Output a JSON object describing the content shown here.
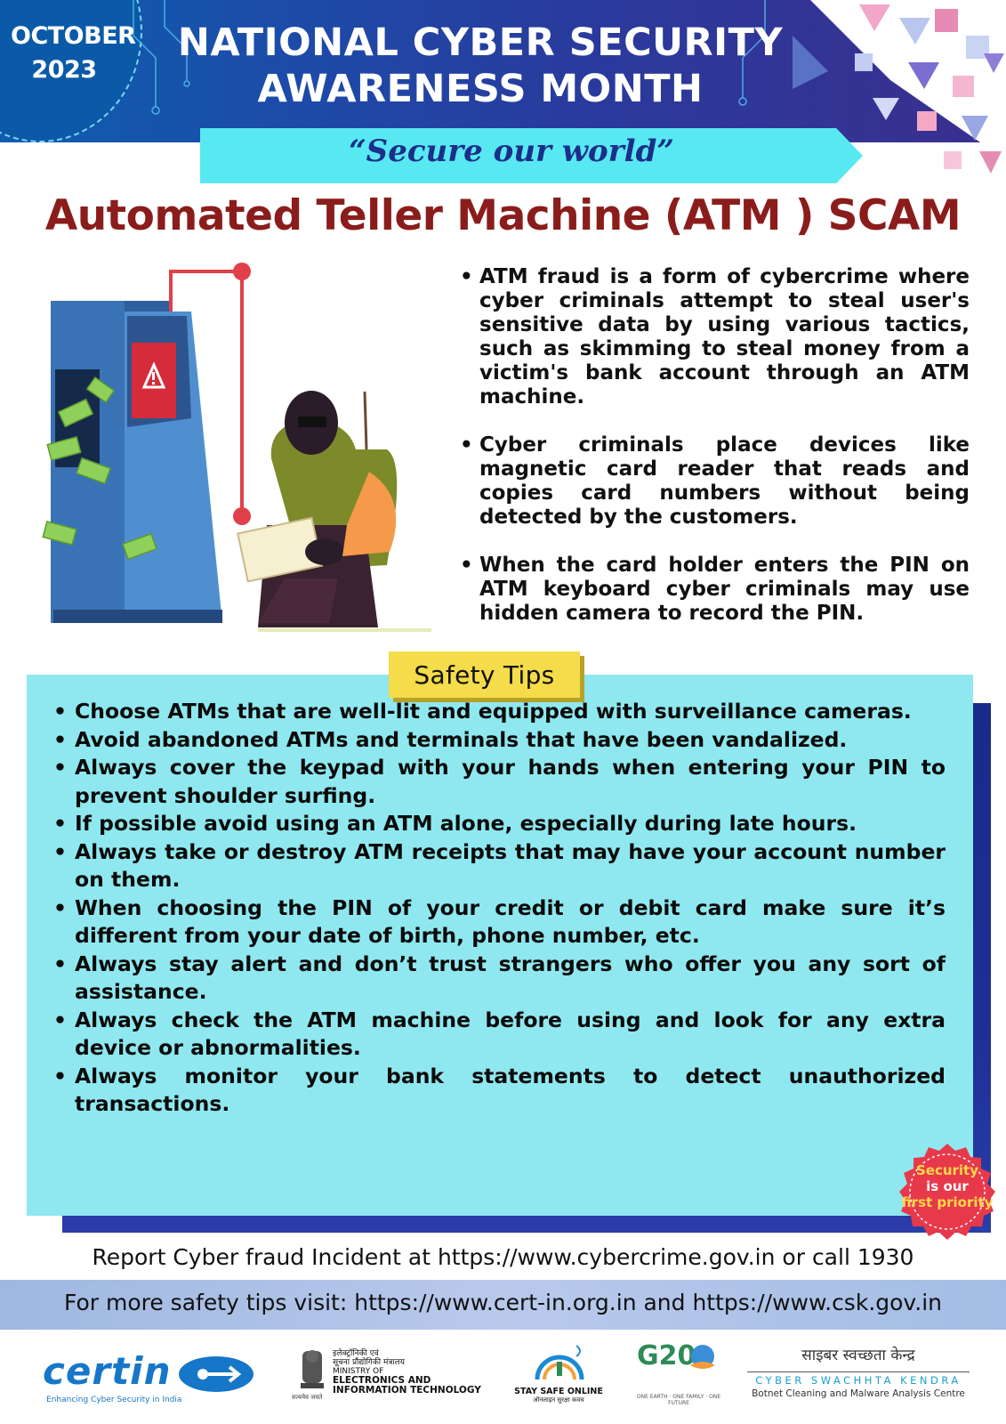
{
  "header": {
    "date_month": "OCTOBER",
    "date_year": "2023",
    "title_line1": "NATIONAL CYBER SECURITY",
    "title_line2": "AWARENESS MONTH"
  },
  "slogan": "“Secure our world”",
  "heading": "Automated Teller Machine (ATM ) SCAM",
  "intro_points": [
    "ATM fraud is a form of cybercrime where cyber criminals attempt to steal user's sensitive data by using various tactics, such as skimming to steal money from a victim's bank account through an ATM machine.",
    "Cyber criminals place devices like magnetic card reader that reads and copies card numbers without being detected by the customers.",
    " When the card holder enters the PIN on ATM keyboard cyber criminals may use hidden camera to record the PIN."
  ],
  "safety": {
    "title": "Safety Tips",
    "tips": [
      "Choose ATMs that are well-lit and equipped with surveillance cameras.",
      "Avoid abandoned ATMs and terminals that have been vandalized.",
      "Always cover the keypad with your hands when entering your PIN to prevent shoulder surfing.",
      "If possible avoid using an ATM alone, especially during late hours.",
      "Always take or destroy ATM receipts that may have your account number on them.",
      "When choosing the PIN of your credit or debit card make sure it’s different from your date of birth, phone number, etc.",
      "Always stay alert and don’t trust strangers who offer you any sort of assistance.",
      "Always check the ATM machine before using and look for any extra device or abnormalities.",
      "Always monitor your bank statements to detect unauthorized transactions."
    ]
  },
  "seal": {
    "line1": "Security",
    "line2": "is our",
    "line3": "first priority"
  },
  "footer": {
    "report": "Report Cyber fraud Incident at https://www.cybercrime.gov.in or call 1930",
    "visit": "For more safety tips visit: https://www.cert-in.org.in and https://www.csk.gov.in"
  },
  "logos": {
    "certin": "certin",
    "certin_tagline": "Enhancing Cyber Security in India",
    "meity_hindi_1": "इलेक्ट्रॉनिकी एवं",
    "meity_hindi_2": "सूचना प्रौद्योगिकी मंत्रालय",
    "meity_en_1": "MINISTRY OF",
    "meity_en_2": "ELECTRONICS AND",
    "meity_en_3": "INFORMATION TECHNOLOGY",
    "meity_emblem_motto": "सत्यमेव जयते",
    "sso_label": "STAY SAFE ONLINE",
    "sso_hindi": "ऑनलाइन सुरक्षा कवच",
    "g20": "G20",
    "g20_sub": "ONE EARTH · ONE FAMILY · ONE FUTURE",
    "csk_hindi": "साइबर स्वच्छता केन्द्र",
    "csk_en": "CYBER SWACHHTA KENDRA",
    "csk_sub": "Botnet Cleaning and Malware Analysis Centre"
  },
  "colors": {
    "header_blue": "#1d4aa8",
    "slogan_cyan": "#58e8f2",
    "heading_red": "#8a1d1b",
    "tips_bg": "#8fe8ef",
    "tips_title_yellow": "#f4dc4a",
    "seal_red": "#e8394a"
  }
}
